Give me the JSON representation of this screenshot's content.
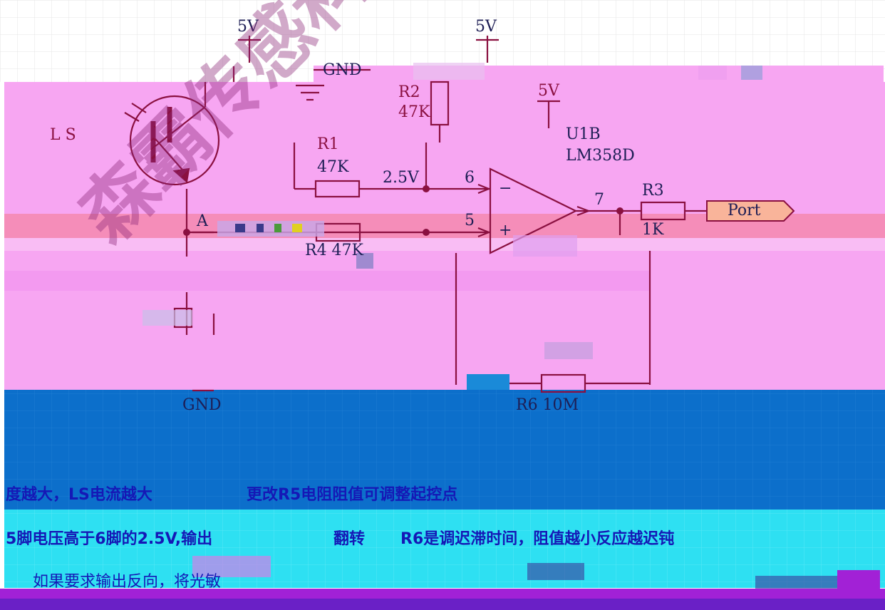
{
  "labels": {
    "vcc_left": "5V",
    "vcc_mid": "5V",
    "vcc_opamp": "5V",
    "gnd_top": "GND",
    "gnd_bottom": "GND",
    "phototransistor": "L S",
    "r1_name": "R1",
    "r1_value": "47K",
    "r2_name": "R2",
    "r2_value": "47K",
    "r3_name": "R3",
    "r3_value": "1K",
    "r4_label": "R4  47K",
    "r6_label": "R6  10M",
    "opamp_ref": "U1B",
    "opamp_part": "LM358D",
    "ref_voltage": "2.5V",
    "pin6": "6",
    "pin5": "5",
    "pin7": "7",
    "pin_minus": "−",
    "pin_plus": "+",
    "node_a": "A",
    "port": "Port"
  },
  "notes": {
    "line1_left": "度越大，LS电流越大",
    "line1_right": "更改R5电阻阻值可调整起控点",
    "line2_left": "5脚电压高于6脚的2.5V,输出",
    "line2_mid": "翻转",
    "line2_right": "R6是调迟滞时间，阻值越小反应越迟钝",
    "line3": "如果要求输出反向，将光敏"
  },
  "watermark": "森霸传感科技",
  "colors": {
    "wire": "#8a1040",
    "component": "#8a1040",
    "label": "#1e1e55",
    "pink_panel": "#f7a6f2",
    "blue_panel": "#0c6fcb",
    "cyan_panel": "#2ee0f2",
    "note_text": "#1518b6",
    "port_fill": "#f9b49a"
  }
}
